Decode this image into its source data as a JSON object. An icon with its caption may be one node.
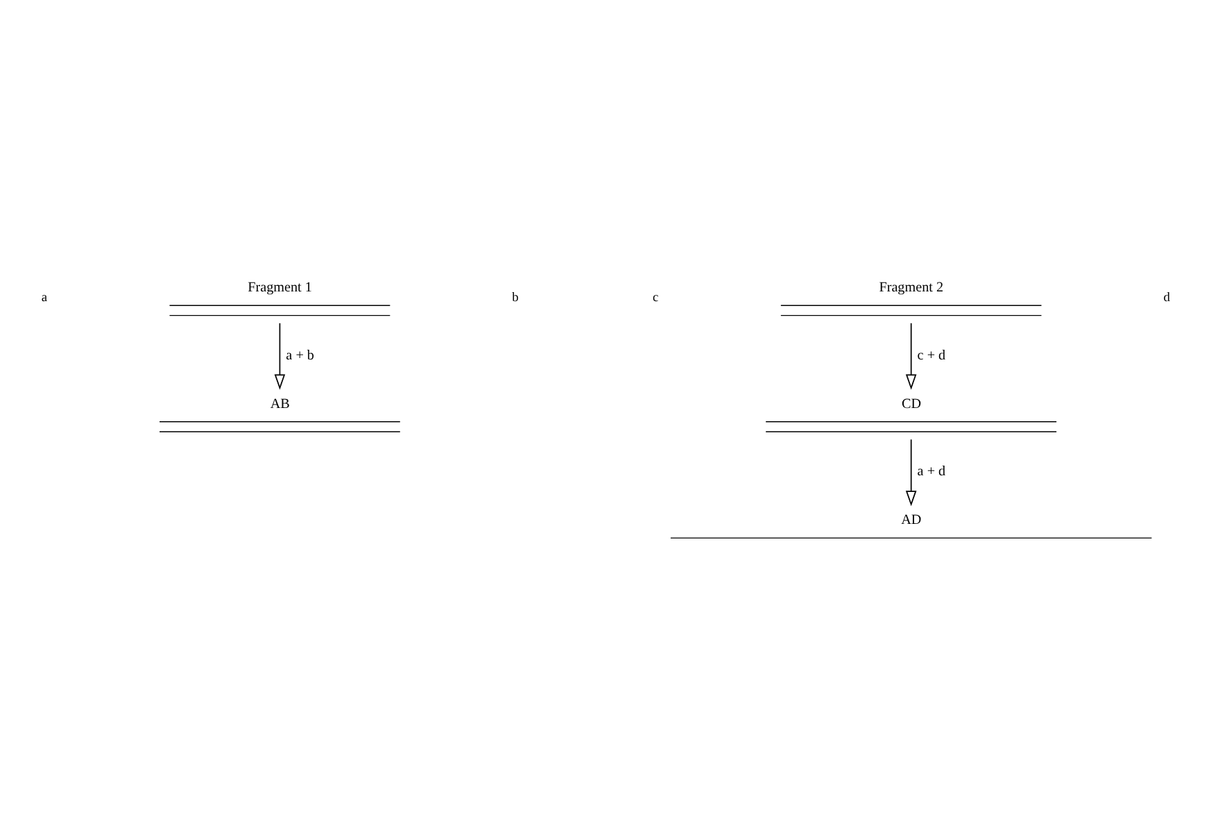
{
  "diagram": {
    "nodes": [
      {
        "text": [
          "Fragment 1"
        ]
      },
      {
        "text": [
          "Fragment 2"
        ]
      },
      {
        "text": [
          "AB"
        ]
      },
      {
        "text": [
          "CD"
        ]
      },
      {
        "text": [
          "AD"
        ]
      }
    ],
    "edges": [
      {
        "from": 0,
        "to": 2,
        "arrow": "to",
        "label": "a + b"
      },
      {
        "from": 1,
        "to": 3,
        "arrow": "to",
        "label": "c + d"
      },
      {
        "from": 3,
        "to": 4,
        "arrow": "to",
        "label": "a + d"
      }
    ],
    "labels": [
      "a",
      "c",
      "b",
      "d"
    ]
  }
}
